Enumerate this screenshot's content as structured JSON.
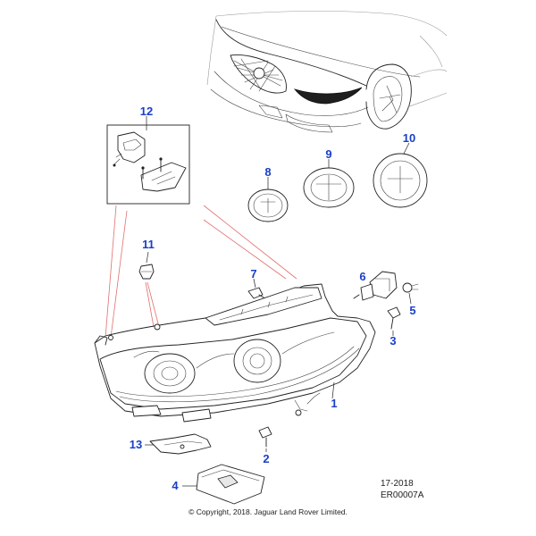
{
  "callouts": {
    "c1": "1",
    "c2": "2",
    "c3": "3",
    "c4": "4",
    "c5": "5",
    "c6": "6",
    "c7": "7",
    "c8": "8",
    "c9": "9",
    "c10": "10",
    "c11": "11",
    "c12": "12",
    "c13": "13"
  },
  "reference": {
    "date": "17-2018",
    "code": "ER00007A"
  },
  "copyright": "© Copyright, 2018. Jaguar Land Rover Limited.",
  "colors": {
    "callout": "#1a3fc7",
    "line": "#222222",
    "guide": "#e07070"
  }
}
